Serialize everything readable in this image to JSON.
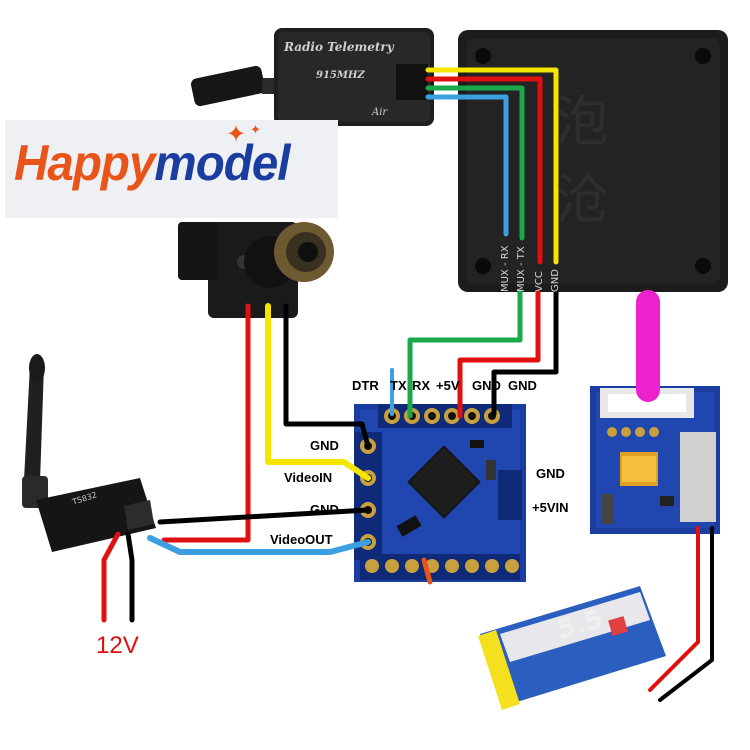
{
  "logo": {
    "text_a": "Happy",
    "text_b": "model"
  },
  "radio": {
    "title": "Radio Telemetry",
    "freq": "915MHZ",
    "variant": "Air"
  },
  "osd_pins": {
    "rx": "MUX - RX",
    "tx": "MUX - TX",
    "vcc": "VCC",
    "gnd": "GND"
  },
  "board_top_labels": {
    "dtr": "DTR",
    "tx": "TX",
    "rx": "RX",
    "v5": "+5V",
    "gnd1": "GND",
    "gnd2": "GND"
  },
  "board_left_labels": {
    "gnd_a": "GND",
    "video_in": "VideoIN",
    "gnd_b": "GND",
    "video_out": "VideoOUT"
  },
  "board_right_labels": {
    "gnd": "GND",
    "vin": "+5VIN"
  },
  "vtx": {
    "model": "TS832"
  },
  "power": {
    "label": "12V"
  },
  "battery": {
    "label": "5.5"
  },
  "colors": {
    "red": "#e01010",
    "black": "#000000",
    "yellow": "#f5e600",
    "green": "#1aa84a",
    "blue": "#3b9fe0",
    "magenta": "#ee22cc",
    "orange": "#e8541a",
    "logo_blue": "#1a3ea0",
    "board_blue": "#1b3da0",
    "osd_body": "#1e1e1e"
  }
}
